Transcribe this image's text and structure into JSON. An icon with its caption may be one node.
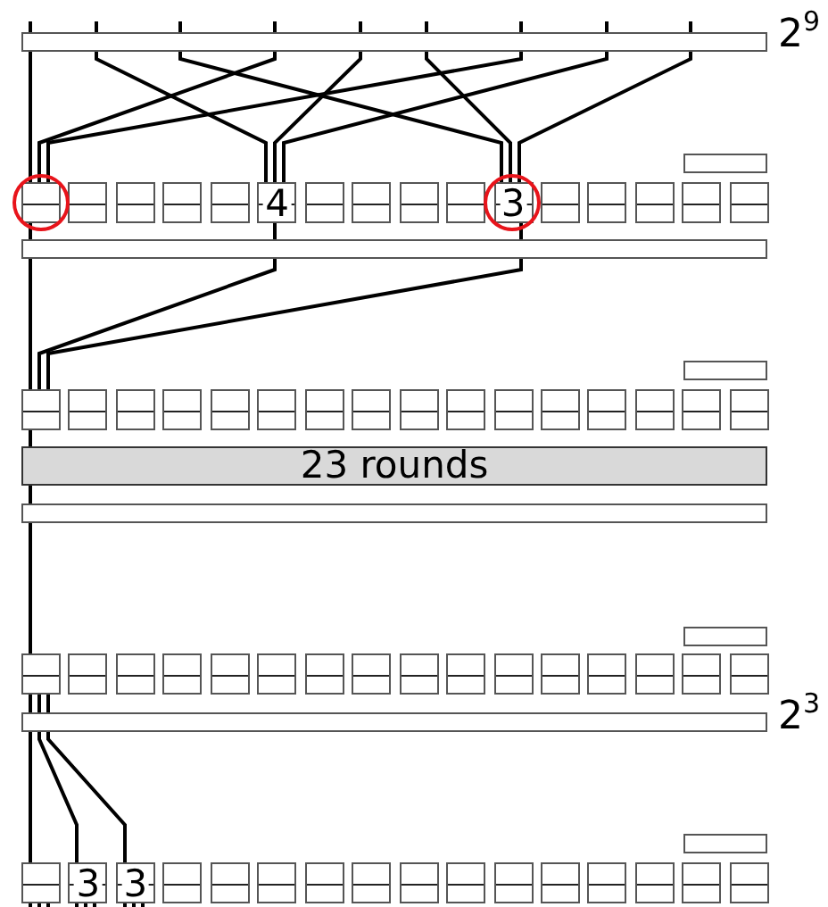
{
  "diagram": {
    "nodes": [
      {
        "text": [],
        "shape": "bar",
        "beside": [
          "2$^{9}$"
        ]
      },
      {
        "text": [],
        "shape": "bar"
      },
      {
        "text": [],
        "shape": "box"
      },
      {
        "text": [],
        "shape": "box"
      },
      {
        "text": [],
        "shape": "box"
      },
      {
        "text": [],
        "shape": "box"
      },
      {
        "text": [],
        "shape": "box"
      },
      {
        "text": [
          "4"
        ]
      },
      {
        "text": [],
        "shape": "box"
      },
      {
        "text": [],
        "shape": "box"
      },
      {
        "text": [],
        "shape": "box"
      },
      {
        "text": [],
        "shape": "box"
      },
      {
        "text": [
          "3"
        ]
      },
      {
        "text": [],
        "shape": "box"
      },
      {
        "text": [],
        "shape": "box"
      },
      {
        "text": [],
        "shape": "box"
      },
      {
        "text": [],
        "shape": "box"
      },
      {
        "text": [],
        "shape": "box"
      },
      {
        "text": [],
        "shape": "bar"
      },
      {
        "text": [],
        "shape": "bar"
      },
      {
        "text": [],
        "shape": "box"
      },
      {
        "text": [],
        "shape": "box"
      },
      {
        "text": [],
        "shape": "box"
      },
      {
        "text": [],
        "shape": "box"
      },
      {
        "text": [],
        "shape": "box"
      },
      {
        "text": [],
        "shape": "box"
      },
      {
        "text": [],
        "shape": "box"
      },
      {
        "text": [],
        "shape": "box"
      },
      {
        "text": [],
        "shape": "box"
      },
      {
        "text": [],
        "shape": "box"
      },
      {
        "text": [],
        "shape": "box"
      },
      {
        "text": [],
        "shape": "box"
      },
      {
        "text": [],
        "shape": "box"
      },
      {
        "text": [],
        "shape": "box"
      },
      {
        "text": [],
        "shape": "box"
      },
      {
        "text": [],
        "shape": "box"
      },
      {
        "text": [
          "23 rounds"
        ]
      },
      {
        "text": [],
        "shape": "bar"
      },
      {
        "text": [],
        "shape": "bar"
      },
      {
        "text": [],
        "shape": "box"
      },
      {
        "text": [],
        "shape": "box"
      },
      {
        "text": [],
        "shape": "box"
      },
      {
        "text": [],
        "shape": "box"
      },
      {
        "text": [],
        "shape": "box"
      },
      {
        "text": [],
        "shape": "box"
      },
      {
        "text": [],
        "shape": "box"
      },
      {
        "text": [],
        "shape": "box"
      },
      {
        "text": [],
        "shape": "box"
      },
      {
        "text": [],
        "shape": "box"
      },
      {
        "text": [],
        "shape": "box"
      },
      {
        "text": [],
        "shape": "box"
      },
      {
        "text": [],
        "shape": "box"
      },
      {
        "text": [],
        "shape": "box"
      },
      {
        "text": [],
        "shape": "box"
      },
      {
        "text": [],
        "shape": "box"
      },
      {
        "text": [],
        "shape": "bar",
        "beside": [
          "2$^{3}$"
        ]
      },
      {
        "text": [],
        "shape": "bar"
      },
      {
        "text": [],
        "shape": "box"
      },
      {
        "text": [
          "3"
        ]
      },
      {
        "text": [
          "3"
        ]
      },
      {
        "text": [],
        "shape": "box"
      },
      {
        "text": [],
        "shape": "box"
      },
      {
        "text": [],
        "shape": "box"
      },
      {
        "text": [],
        "shape": "box"
      },
      {
        "text": [],
        "shape": "box"
      },
      {
        "text": [],
        "shape": "box"
      },
      {
        "text": [],
        "shape": "box"
      },
      {
        "text": [],
        "shape": "box"
      },
      {
        "text": [],
        "shape": "box"
      },
      {
        "text": [],
        "shape": "box"
      },
      {
        "text": [],
        "shape": "box"
      },
      {
        "text": [],
        "shape": "box"
      },
      {
        "text": [],
        "shape": "box"
      }
    ],
    "edges": [
      {
        "from": null,
        "to": 0,
        "arrow": "none"
      },
      {
        "from": null,
        "to": 0,
        "arrow": "none"
      },
      {
        "from": null,
        "to": 0,
        "arrow": "none"
      },
      {
        "from": null,
        "to": 0,
        "arrow": "none"
      },
      {
        "from": null,
        "to": 0,
        "arrow": "none"
      },
      {
        "from": null,
        "to": 0,
        "arrow": "none"
      },
      {
        "from": null,
        "to": 0,
        "arrow": "none"
      },
      {
        "from": null,
        "to": 0,
        "arrow": "none"
      },
      {
        "from": null,
        "to": 0,
        "arrow": "none"
      },
      {
        "from": 0,
        "to": 2,
        "arrow": "none"
      },
      {
        "from": 0,
        "to": 7,
        "arrow": "none"
      },
      {
        "from": 0,
        "to": 12,
        "arrow": "none"
      },
      {
        "from": 0,
        "to": 2,
        "arrow": "none"
      },
      {
        "from": 0,
        "to": 7,
        "arrow": "none"
      },
      {
        "from": 0,
        "to": 12,
        "arrow": "none"
      },
      {
        "from": 0,
        "to": 2,
        "arrow": "none"
      },
      {
        "from": 0,
        "to": 7,
        "arrow": "none"
      },
      {
        "from": 0,
        "to": 12,
        "arrow": "none"
      },
      {
        "from": 2,
        "to": 18,
        "arrow": "none"
      },
      {
        "from": 7,
        "to": 18,
        "arrow": "none"
      },
      {
        "from": 12,
        "to": 18,
        "arrow": "none"
      },
      {
        "from": 18,
        "to": 20,
        "arrow": "none"
      },
      {
        "from": 18,
        "to": 20,
        "arrow": "none"
      },
      {
        "from": 18,
        "to": 20,
        "arrow": "none"
      },
      {
        "from": 20,
        "to": 36,
        "arrow": "none"
      },
      {
        "from": 36,
        "to": 37,
        "arrow": "none"
      },
      {
        "from": 37,
        "to": 39,
        "arrow": "none"
      },
      {
        "from": 39,
        "to": 55,
        "arrow": "none"
      },
      {
        "from": 39,
        "to": 55,
        "arrow": "none"
      },
      {
        "from": 39,
        "to": 55,
        "arrow": "none"
      },
      {
        "from": 55,
        "to": 57,
        "arrow": "none"
      },
      {
        "from": 55,
        "to": 58,
        "arrow": "none"
      },
      {
        "from": 55,
        "to": 59,
        "arrow": "none"
      },
      {
        "from": 57,
        "to": null,
        "arrow": "none"
      },
      {
        "from": 57,
        "to": null,
        "arrow": "none"
      },
      {
        "from": 57,
        "to": null,
        "arrow": "none"
      },
      {
        "from": 58,
        "to": null,
        "arrow": "none"
      },
      {
        "from": 58,
        "to": null,
        "arrow": "none"
      },
      {
        "from": 58,
        "to": null,
        "arrow": "none"
      },
      {
        "from": 59,
        "to": null,
        "arrow": "none"
      },
      {
        "from": 59,
        "to": null,
        "arrow": "none"
      },
      {
        "from": 59,
        "to": null,
        "arrow": "none"
      }
    ]
  }
}
